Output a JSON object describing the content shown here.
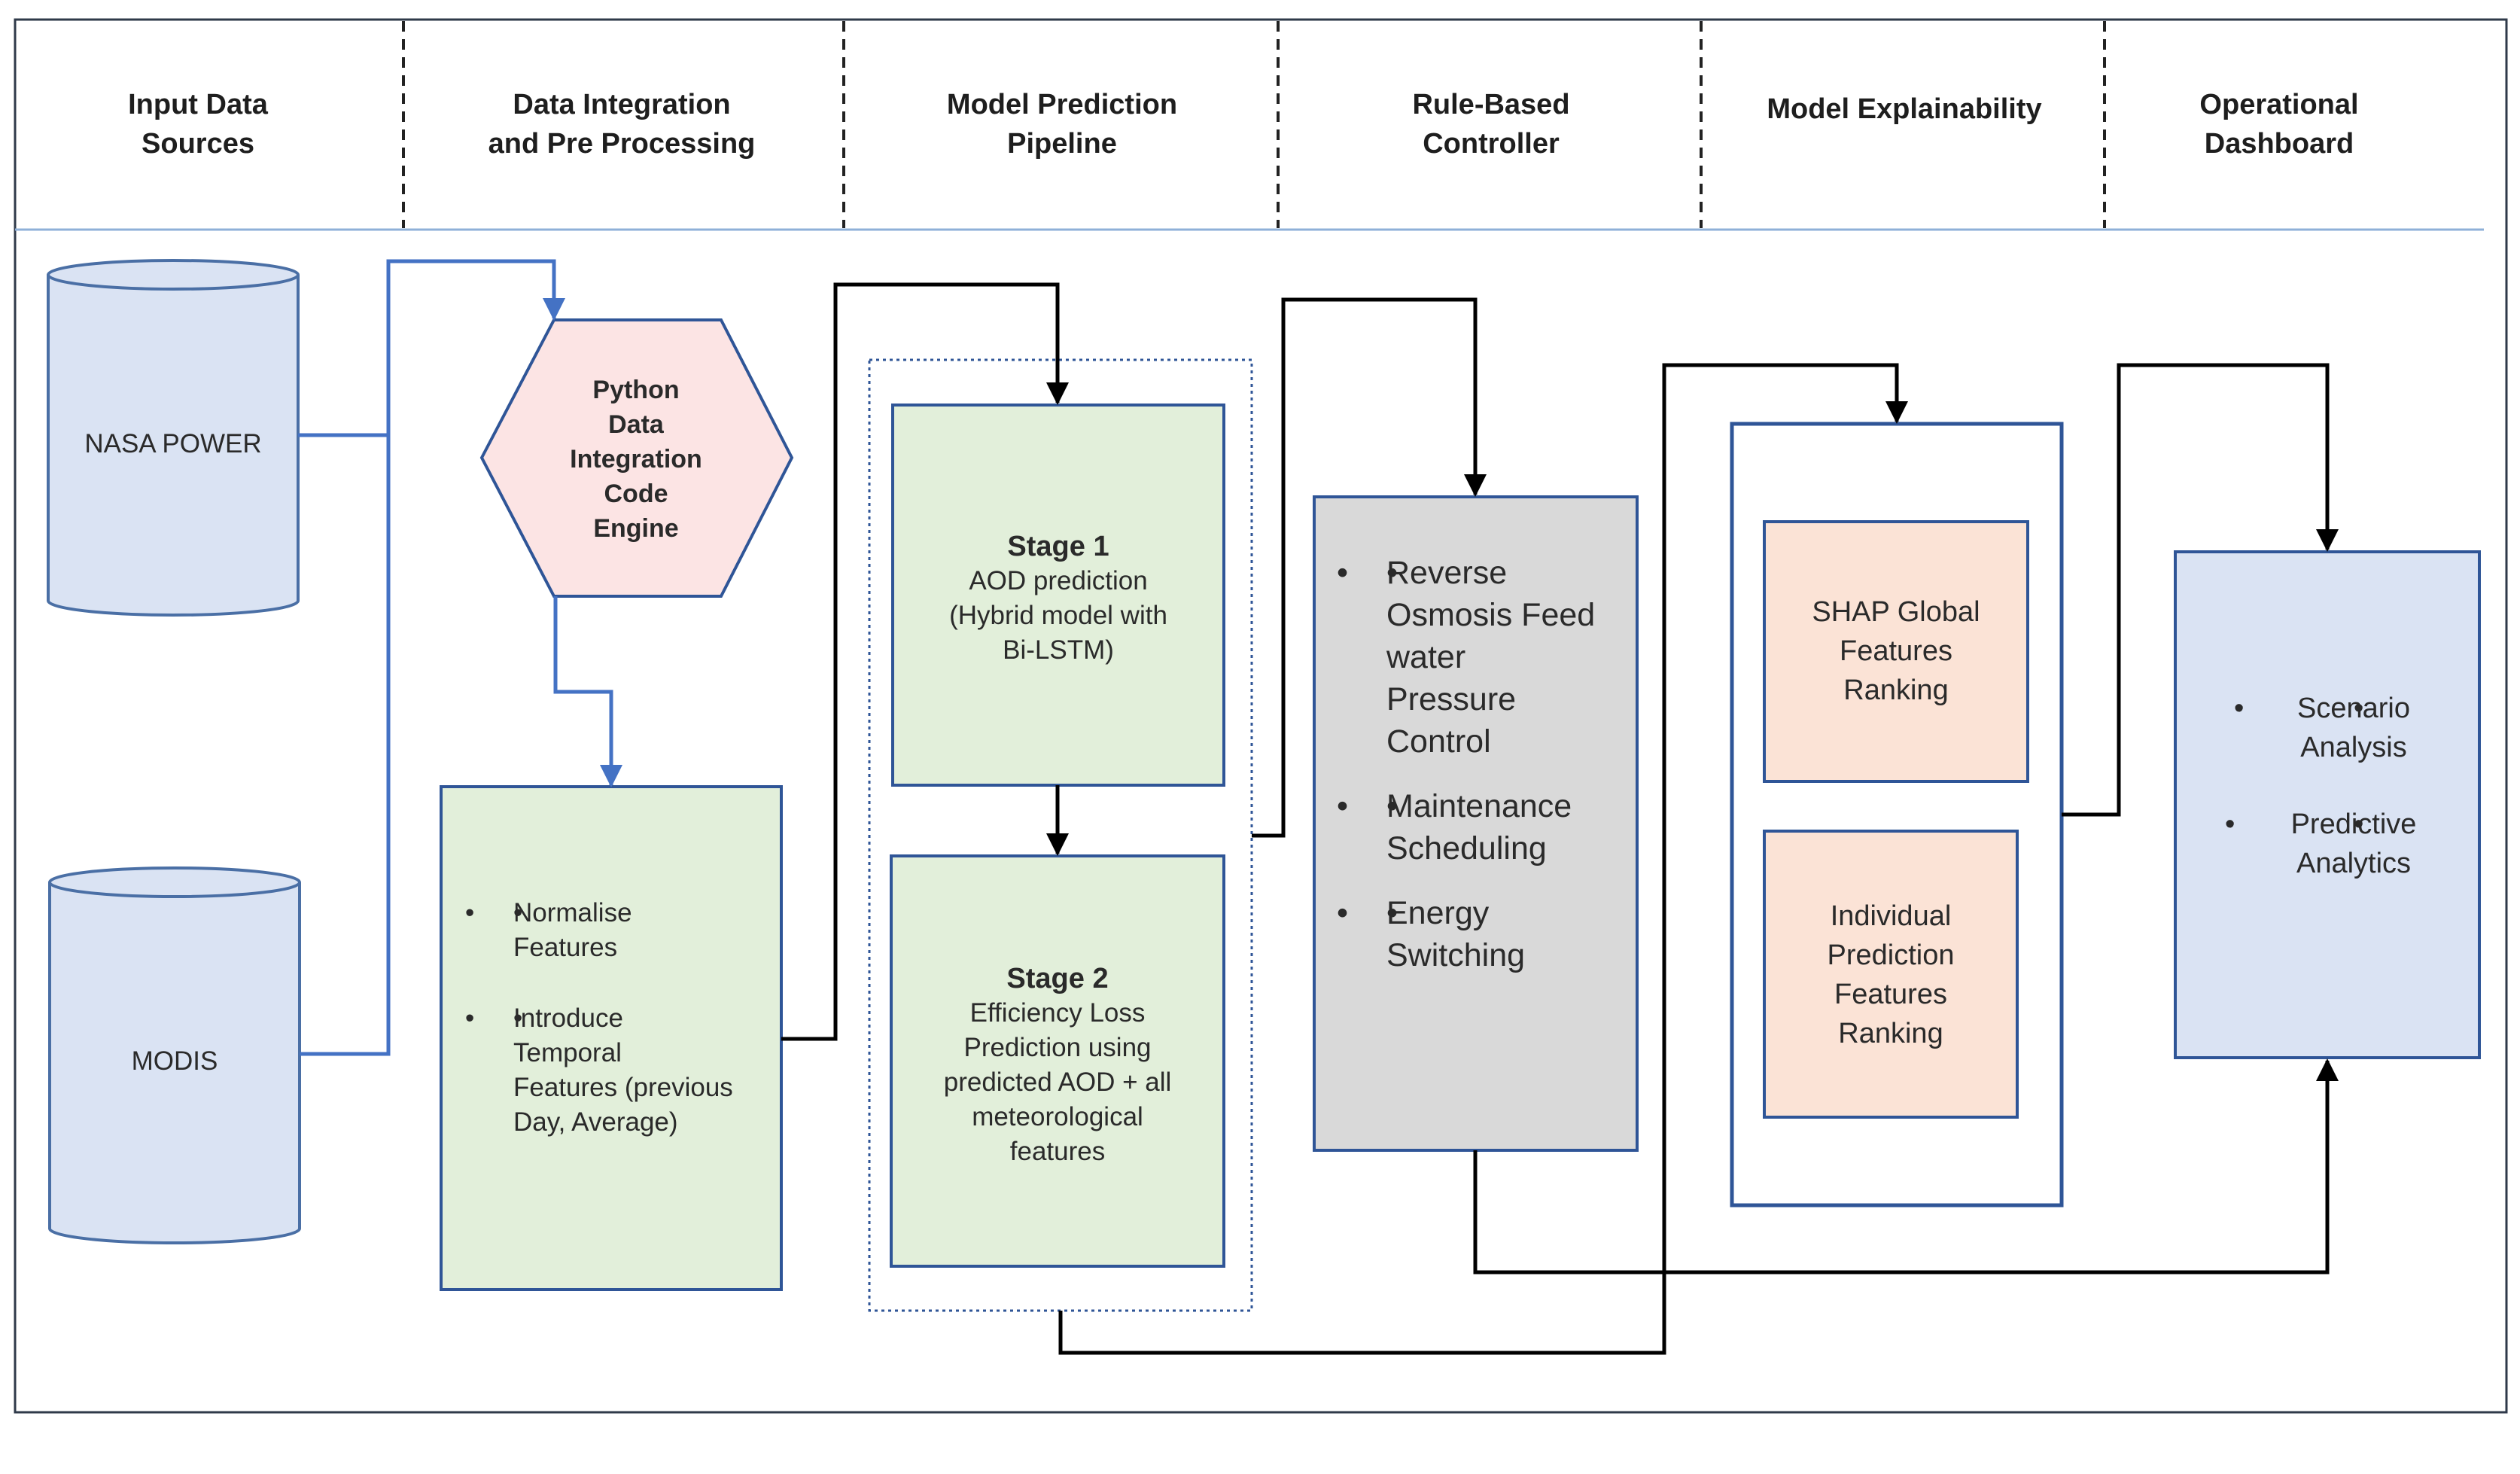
{
  "lanes": [
    {
      "line1": "Input Data",
      "line2": "Sources"
    },
    {
      "line1": "Data Integration",
      "line2": "and Pre Processing"
    },
    {
      "line1": "Model Prediction",
      "line2": "Pipeline"
    },
    {
      "line1": "Rule-Based",
      "line2": "Controller"
    },
    {
      "line1": "Model Explainability",
      "line2": ""
    },
    {
      "line1": "Operational",
      "line2": "Dashboard"
    }
  ],
  "sources": {
    "nasa_power": "NASA POWER",
    "modis": "MODIS"
  },
  "engine": {
    "lines": [
      "Python",
      "Data",
      "Integration",
      "Code",
      "Engine"
    ]
  },
  "preprocessing": {
    "items": [
      {
        "lines": [
          "Normalise",
          "Features"
        ]
      },
      {
        "lines": [
          "Introduce",
          "Temporal",
          "Features (previous",
          "Day, Average)"
        ]
      }
    ]
  },
  "stage1": {
    "title": "Stage 1",
    "lines": [
      "AOD prediction",
      "(Hybrid model with",
      "Bi-LSTM)"
    ]
  },
  "stage2": {
    "title": "Stage 2",
    "lines": [
      "Efficiency Loss",
      "Prediction using",
      "predicted AOD + all",
      "meteorological",
      "features"
    ]
  },
  "controller": {
    "items": [
      {
        "lines": [
          "Reverse",
          "Osmosis Feed",
          "water",
          "Pressure",
          "Control"
        ]
      },
      {
        "lines": [
          "Maintenance",
          "Scheduling"
        ]
      },
      {
        "lines": [
          "Energy",
          "Switching"
        ]
      }
    ]
  },
  "shap_global": {
    "lines": [
      "SHAP Global",
      "Features",
      "Ranking"
    ]
  },
  "individual": {
    "lines": [
      "Individual",
      "Prediction",
      "Features",
      "Ranking"
    ]
  },
  "dashboard": {
    "items": [
      {
        "lines": [
          "Scenario",
          "Analysis"
        ]
      },
      {
        "lines": [
          "Predictive",
          "Analytics"
        ]
      }
    ]
  },
  "colors": {
    "database_fill": "#dae3f3",
    "database_stroke": "#4a6fa5",
    "hexagon_fill": "#fce4e4",
    "hexagon_stroke": "#2f5597",
    "green_fill": "#e2efda",
    "green_stroke": "#2f5597",
    "grey_fill": "#d9d9d9",
    "grey_stroke": "#2f5597",
    "orange_fill": "#fbe3d6",
    "blue_fill": "#dae3f3",
    "blue_connector": "#4472c4",
    "black_connector": "#000000"
  }
}
